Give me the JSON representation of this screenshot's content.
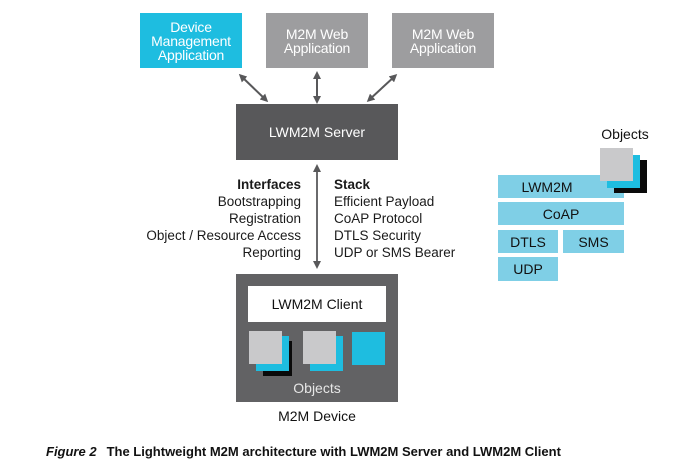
{
  "applications": [
    {
      "label_line1": "Device",
      "label_line2": "Management",
      "label_line3": "Application",
      "color": "#1ebde0"
    },
    {
      "label_line1": "M2M Web",
      "label_line2": "Application",
      "color": "#9d9d9f"
    },
    {
      "label_line1": "M2M Web",
      "label_line2": "Application",
      "color": "#9d9d9f"
    }
  ],
  "server": {
    "label": "LWM2M Server",
    "color": "#58585a"
  },
  "interfaces": {
    "heading": "Interfaces",
    "items": [
      "Bootstrapping",
      "Registration",
      "Object / Resource Access",
      "Reporting"
    ]
  },
  "stack": {
    "heading": "Stack",
    "items": [
      "Efficient Payload",
      "CoAP Protocol",
      "DTLS Security",
      "UDP or SMS Bearer"
    ]
  },
  "device": {
    "client_label": "LWM2M Client",
    "objects_label": "Objects",
    "device_label": "M2M Device",
    "color": "#626264"
  },
  "protocol_stack": {
    "objects_label": "Objects",
    "layers": [
      "LWM2M",
      "CoAP",
      "DTLS",
      "SMS",
      "UDP"
    ],
    "color": "#7fcfe6"
  },
  "caption": {
    "figure": "Figure 2",
    "text": "The Lightweight M2M architecture with LWM2M Server and LWM2M Client"
  }
}
